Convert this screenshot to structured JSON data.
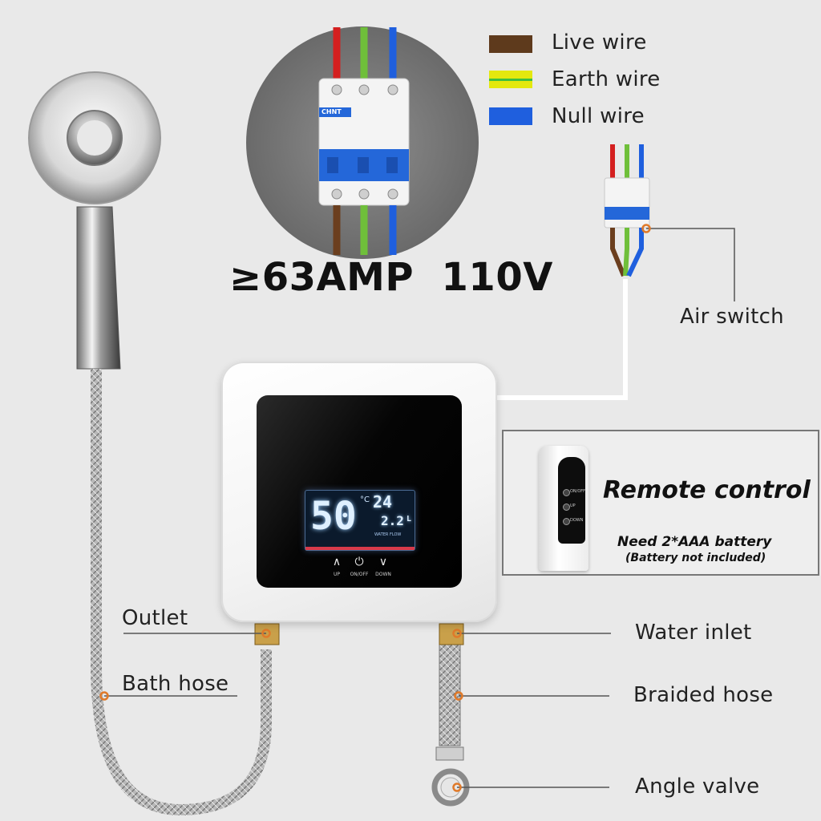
{
  "legend": [
    {
      "label": "Live wire",
      "color": "#5e3a1c"
    },
    {
      "label": "Earth wire",
      "color": "#e4e80e"
    },
    {
      "label": "Null wire",
      "color": "#1f5fde"
    }
  ],
  "spec": {
    "text": "≥63AMP  110V"
  },
  "breaker": {
    "brand": "CHNT"
  },
  "heater": {
    "display": {
      "temp": "50",
      "temp_unit": "°C",
      "in_temp": "24",
      "flow": "2.2",
      "flow_unit": "L",
      "flow_label": "WATER FLOW"
    },
    "buttons": [
      {
        "icon": "∧",
        "label": "UP"
      },
      {
        "icon": "⏻",
        "label": "ON/OFF"
      },
      {
        "icon": "∨",
        "label": "DOWN"
      }
    ]
  },
  "callouts": {
    "air_switch": "Air switch",
    "outlet": "Outlet",
    "bath_hose": "Bath hose",
    "water_inlet": "Water inlet",
    "braided_hose": "Braided hose",
    "angle_valve": "Angle valve"
  },
  "remote": {
    "title": "Remote control",
    "battery_note": "Need 2*AAA battery",
    "battery_sub": "(Battery not included)",
    "buttons": [
      "ON/OFF",
      "UP",
      "DOWN"
    ]
  },
  "colors": {
    "callout_dot": "#e07a2a",
    "accent_red": "#d83a4a"
  }
}
